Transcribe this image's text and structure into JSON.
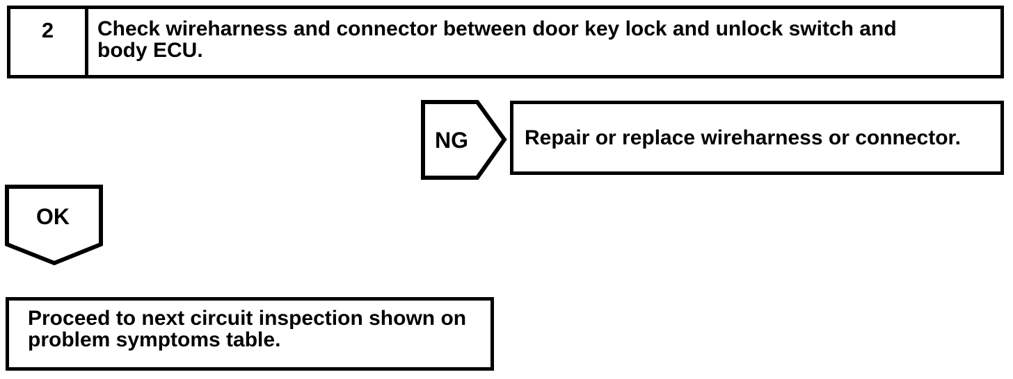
{
  "document": {
    "type": "troubleshooting-flowchart",
    "background_color": "#ffffff",
    "line_color": "#000000"
  },
  "step_box": {
    "number": "2",
    "text": "Check wireharness and connector between door key lock and unlock switch and body ECU.",
    "lines": [
      "Check wireharness and connector between door key lock and unlock switch and",
      "body ECU."
    ]
  },
  "ng_branch": {
    "label": "NG",
    "result": "Repair or replace wireharness or connector."
  },
  "ok_branch": {
    "label": "OK",
    "result": "Proceed to next circuit inspection shown on problem symptoms table.",
    "result_lines": [
      "Proceed to next circuit inspection shown on",
      "problem symptoms table."
    ]
  }
}
